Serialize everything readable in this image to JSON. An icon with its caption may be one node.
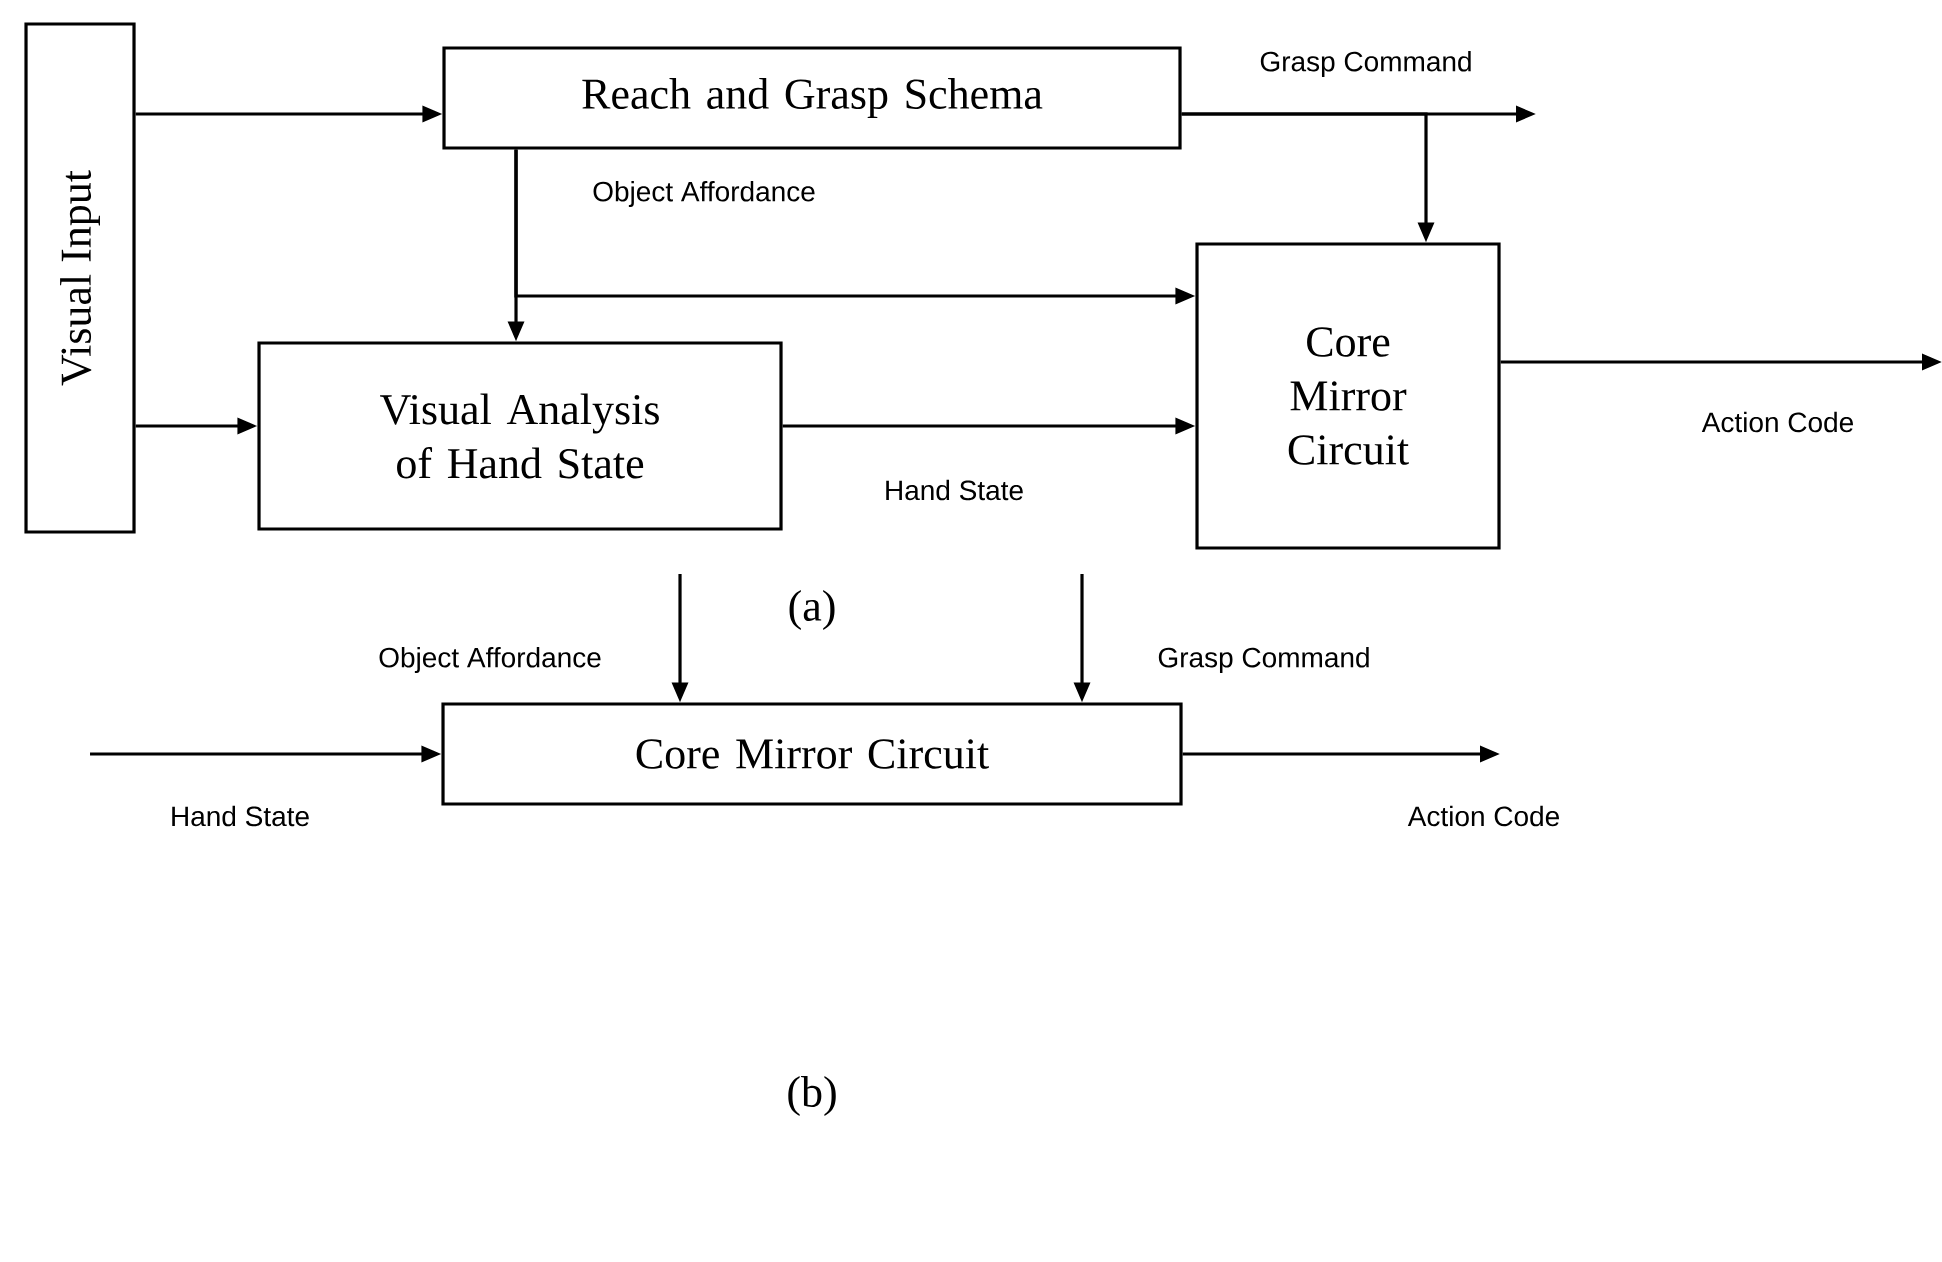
{
  "diagram": {
    "nodes": [
      {
        "text": [
          "Visual Input"
        ]
      },
      {
        "text": [
          "Reach and Grasp Schema"
        ]
      },
      {
        "text": [
          "Visual Analysis of Hand State"
        ]
      },
      {
        "text": [
          "Core Mirror Circuit"
        ]
      },
      {
        "text": [
          "Core Mirror Circuit"
        ]
      }
    ],
    "edges": [
      {
        "from": 0,
        "to": 1,
        "arrow": "to"
      },
      {
        "from": 0,
        "to": 2,
        "arrow": "to"
      },
      {
        "from": 1,
        "to": 2,
        "arrow": "to"
      },
      {
        "from": 1,
        "to": 3,
        "arrow": "to",
        "label": "Object Affordance"
      },
      {
        "from": 1,
        "to": null,
        "arrow": "to",
        "label": "Grasp Command"
      },
      {
        "from": 1,
        "to": 3,
        "arrow": "to"
      },
      {
        "from": 2,
        "to": 3,
        "arrow": "to",
        "label": "Hand State"
      },
      {
        "from": 3,
        "to": null,
        "arrow": "to",
        "label": "Action Code"
      },
      {
        "from": null,
        "to": 4,
        "arrow": "to",
        "label": "Hand State"
      },
      {
        "from": null,
        "to": 4,
        "arrow": "to",
        "label": "Object Affordance"
      },
      {
        "from": null,
        "to": 4,
        "arrow": "to",
        "label": "Grasp Command"
      },
      {
        "from": 4,
        "to": null,
        "arrow": "to",
        "label": "Action Code"
      }
    ],
    "labels": [
      "(a)",
      "(b)"
    ]
  }
}
